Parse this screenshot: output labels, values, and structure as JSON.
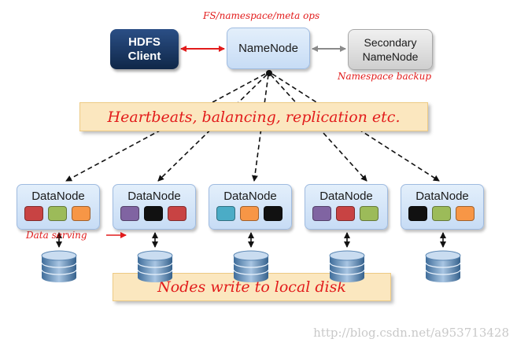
{
  "client": {
    "line1": "HDFS",
    "line2": "Client"
  },
  "namenode": {
    "label": "NameNode"
  },
  "secondary": {
    "line1": "Secondary",
    "line2": "NameNode"
  },
  "labels": {
    "fs_ops": "FS/namespace/meta ops",
    "namespace_backup": "Namespace backup",
    "data_serving": "Data serving"
  },
  "banners": {
    "heartbeats": "Heartbeats, balancing, replication etc.",
    "local_disk": "Nodes write to local disk"
  },
  "datanodes": [
    {
      "label": "DataNode",
      "blocks": [
        "#c84343",
        "#9cbb59",
        "#f79646"
      ]
    },
    {
      "label": "DataNode",
      "blocks": [
        "#8064a2",
        "#111111",
        "#c84343"
      ]
    },
    {
      "label": "DataNode",
      "blocks": [
        "#4bacc6",
        "#f79646",
        "#111111"
      ]
    },
    {
      "label": "DataNode",
      "blocks": [
        "#8064a2",
        "#c84343",
        "#9cbb59"
      ]
    },
    {
      "label": "DataNode",
      "blocks": [
        "#111111",
        "#9cbb59",
        "#f79646"
      ]
    }
  ],
  "watermark": "http://blog.csdn.net/a953713428",
  "colors": {
    "accent_red": "#e21b1b",
    "banner_fill": "#fbe7bf"
  }
}
